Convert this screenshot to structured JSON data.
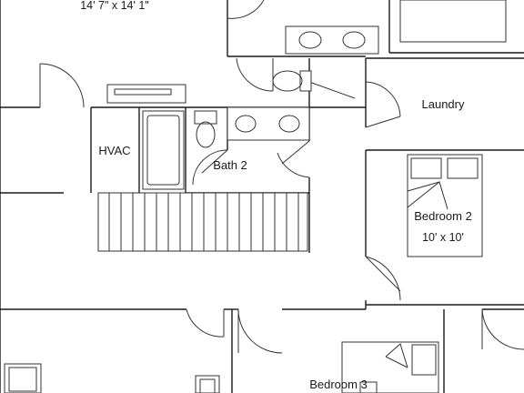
{
  "rooms": {
    "top_dimensions": "14' 7\" x 14' 1\"",
    "hvac": "HVAC",
    "bath2": "Bath 2",
    "laundry": "Laundry",
    "bedroom2": "Bedroom 2",
    "bedroom2_dimensions": "10' x 10'",
    "bedroom3": "Bedroom 3"
  }
}
